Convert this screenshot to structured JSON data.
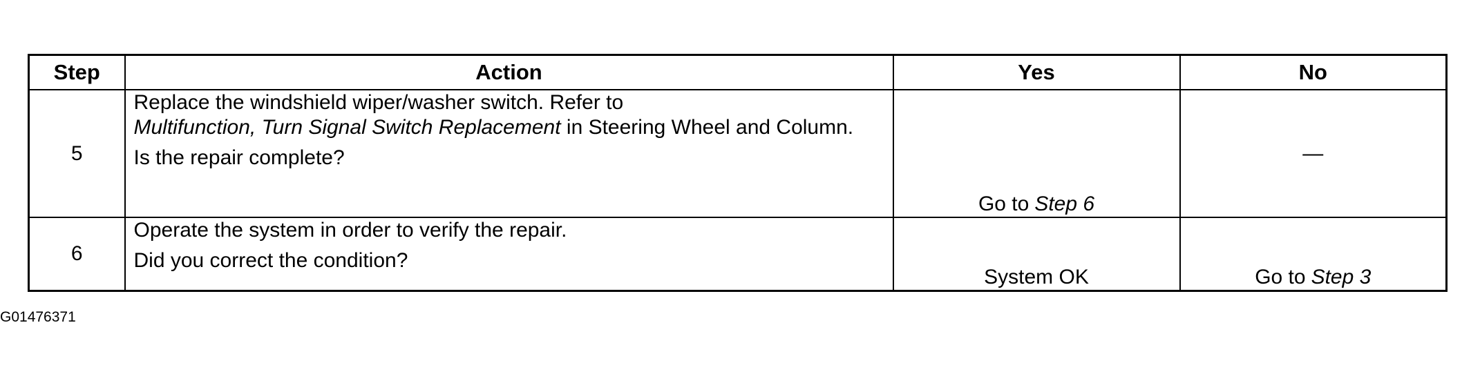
{
  "table": {
    "headers": {
      "step": "Step",
      "action": "Action",
      "yes": "Yes",
      "no": "No"
    },
    "rows": [
      {
        "step": "5",
        "action": {
          "text_before": "Replace the windshield wiper/washer switch. Refer to",
          "italic_ref": "Multifunction, Turn Signal Switch Replacement",
          "text_after": "in Steering Wheel and Column.",
          "question": "Is the repair complete?"
        },
        "yes": {
          "prefix": "Go to",
          "target": "Step 6"
        },
        "no": {
          "text": "—"
        }
      },
      {
        "step": "6",
        "action": {
          "instruction": "Operate the system in order to verify the repair.",
          "question": "Did you correct the condition?"
        },
        "yes": {
          "text": "System OK"
        },
        "no": {
          "prefix": "Go to",
          "target": "Step 3"
        }
      }
    ]
  },
  "figure_id": "G01476371"
}
